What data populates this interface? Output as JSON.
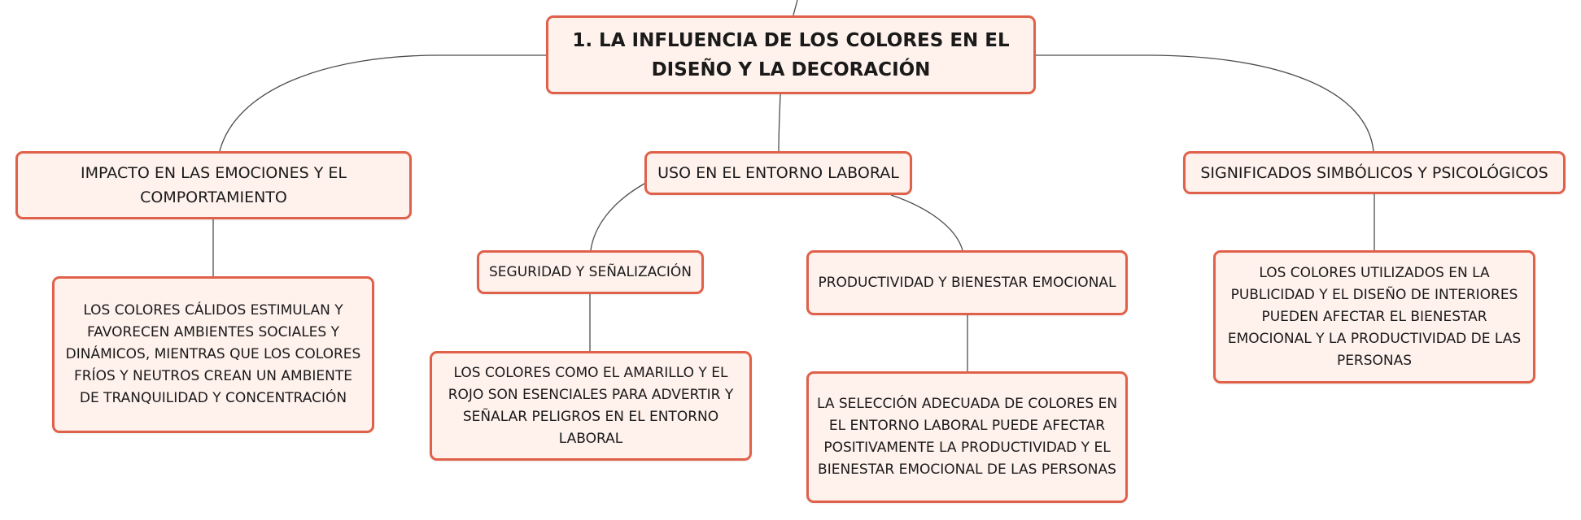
{
  "colors": {
    "node_fill": "#fff1ec",
    "node_border": "#e0614a",
    "connector": "#4d4d4d"
  },
  "mindmap": {
    "root": {
      "label": "1. LA INFLUENCIA DE LOS COLORES EN EL DISEÑO Y LA DECORACIÓN"
    },
    "emociones": {
      "label": "IMPACTO EN LAS EMOCIONES Y EL COMPORTAMIENTO",
      "detail": "LOS COLORES CÁLIDOS ESTIMULAN Y FAVORECEN AMBIENTES SOCIALES Y DINÁMICOS, MIENTRAS QUE LOS COLORES FRÍOS Y NEUTROS CREAN UN AMBIENTE DE TRANQUILIDAD Y CONCENTRACIÓN"
    },
    "laboral": {
      "label": "USO EN EL ENTORNO LABORAL",
      "seguridad": {
        "label": "SEGURIDAD Y SEÑALIZACIÓN",
        "detail": "LOS COLORES COMO EL AMARILLO Y EL ROJO SON ESENCIALES PARA ADVERTIR Y SEÑALAR PELIGROS EN EL ENTORNO LABORAL"
      },
      "productividad": {
        "label": "PRODUCTIVIDAD Y BIENESTAR EMOCIONAL",
        "detail": "LA SELECCIÓN ADECUADA DE COLORES EN EL ENTORNO LABORAL PUEDE AFECTAR POSITIVAMENTE LA PRODUCTIVIDAD Y EL BIENESTAR EMOCIONAL DE LAS PERSONAS"
      }
    },
    "simbolicos": {
      "label": "SIGNIFICADOS SIMBÓLICOS Y PSICOLÓGICOS",
      "detail": "LOS COLORES UTILIZADOS EN LA PUBLICIDAD Y EL DISEÑO DE INTERIORES PUEDEN AFECTAR EL BIENESTAR EMOCIONAL Y LA PRODUCTIVIDAD DE LAS PERSONAS"
    }
  }
}
